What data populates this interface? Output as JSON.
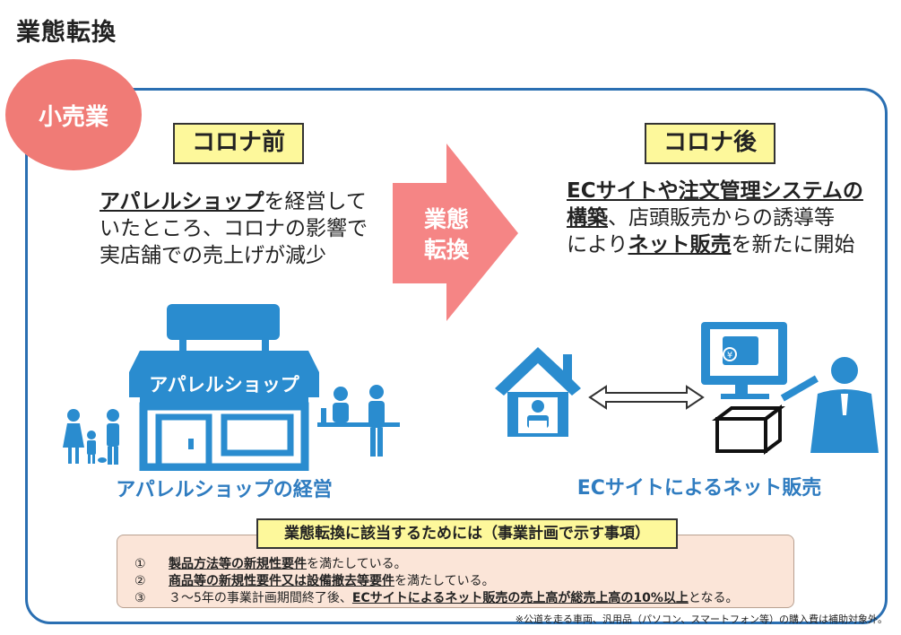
{
  "title": "業態転換",
  "badge": "小売業",
  "before": {
    "label": "コロナ前",
    "desc_bold": "アパレルショップ",
    "desc_rest1": "を経営して",
    "desc_line2": "いたところ、コロナの影響で",
    "desc_line3": "実店舗での売上げが減少",
    "shop_sign": "アパレルショップ",
    "caption": "アパレルショップの経営"
  },
  "arrow": {
    "line1": "業態",
    "line2": "転換"
  },
  "after": {
    "label": "コロナ後",
    "desc_bold1": "ECサイトや注文管理システムの",
    "desc_bold2": "構築",
    "desc_rest2": "、店頭販売からの誘導等",
    "desc_pre3": "により",
    "desc_bold3": "ネット販売",
    "desc_rest3": "を新たに開始",
    "caption": "ECサイトによるネット販売"
  },
  "requirements": {
    "title": "業態転換に該当するためには（事業計画で示す事項）",
    "items": [
      {
        "num": "①",
        "bold": "製品方法等の新規性要件",
        "rest": "を満たしている。"
      },
      {
        "num": "②",
        "bold": "商品等の新規性要件又は設備撤去等要件",
        "rest": "を満たしている。"
      },
      {
        "num": "③",
        "pre": "３～5年の事業計画期間終了後、",
        "bold": "ECサイトによるネット販売の売上高が総売上高の10%以上",
        "rest": "となる。"
      }
    ]
  },
  "footnote": "※公道を走る車両、汎用品（パソコン、スマートフォン等）の購入費は補助対象外。",
  "colors": {
    "frame": "#2a6fb2",
    "badge": "#f07b76",
    "arrow": "#f58585",
    "icon": "#2a8ccf",
    "highlight": "#fdf89b",
    "req_bg": "#fbe5d8"
  }
}
